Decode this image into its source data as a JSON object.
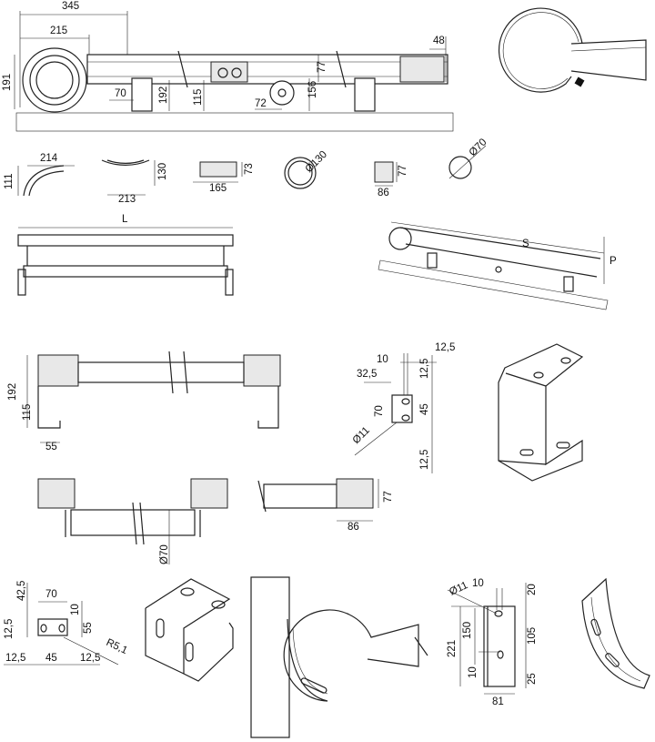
{
  "title": "Radiator rail mounting technical drawing",
  "dimensions": {
    "overview": {
      "d345": "345",
      "d215": "215",
      "d48": "48",
      "d191": "191",
      "d70": "70",
      "d192": "192",
      "d115": "115",
      "d77": "77",
      "d72": "72",
      "d156": "156"
    },
    "profiles": {
      "d214": "214",
      "d111": "111",
      "d130": "130",
      "d213": "213",
      "d73": "73",
      "d165": "165",
      "dia130": "Ø130",
      "d77": "77",
      "d86": "86",
      "dia70": "Ø70"
    },
    "lengths": {
      "L": "L",
      "S": "S",
      "P": "P"
    },
    "section": {
      "d192": "192",
      "d115": "115",
      "d55": "55"
    },
    "bracket_plate": {
      "d10": "10",
      "d12_5_top": "12,5",
      "d32_5": "32,5",
      "d12_5_v": "12,5",
      "d70": "70",
      "d45": "45",
      "dia11": "Ø11",
      "d12_5_bottom": "12,5"
    },
    "pipe_section": {
      "d77": "77",
      "d86": "86",
      "dia70": "Ø70"
    },
    "angle_bracket": {
      "d42_5": "42,5",
      "d70": "70",
      "d10": "10",
      "d12_5_v": "12,5",
      "d55": "55",
      "r5_1": "R5,1",
      "d12_5_left": "12,5",
      "d45": "45",
      "d12_5_right": "12,5"
    },
    "wall_bracket": {
      "dia11": "Ø11",
      "d10": "10",
      "d20": "20",
      "d221": "221",
      "d150": "150",
      "d105": "105",
      "d10_low": "10",
      "d25": "25",
      "d81": "81"
    }
  }
}
